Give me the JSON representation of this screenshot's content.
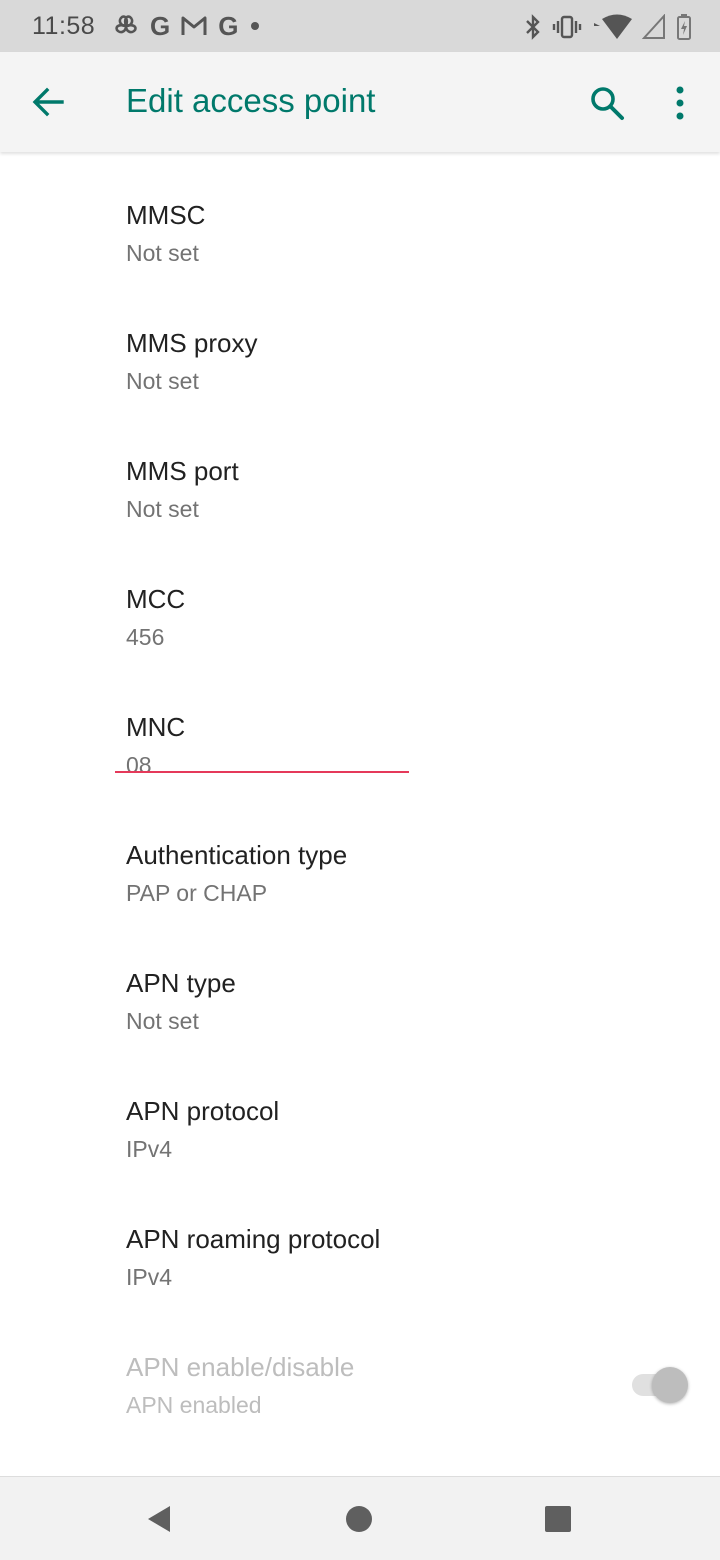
{
  "status_bar": {
    "time": "11:58",
    "left_icons": [
      "pinwheel-icon",
      "google-icon",
      "gmail-icon",
      "google-icon",
      "dot-icon"
    ],
    "right_icons": [
      "bluetooth-icon",
      "vibrate-icon",
      "wifi-icon",
      "signal-icon",
      "battery-icon"
    ]
  },
  "toolbar": {
    "title": "Edit access point",
    "accent_color": "#00796b"
  },
  "preferences": [
    {
      "title": "MMSC",
      "summary": "Not set"
    },
    {
      "title": "MMS proxy",
      "summary": "Not set"
    },
    {
      "title": "MMS port",
      "summary": "Not set"
    },
    {
      "title": "MCC",
      "summary": "456"
    },
    {
      "title": "MNC",
      "summary": "08"
    },
    {
      "title": "Authentication type",
      "summary": "PAP or CHAP"
    },
    {
      "title": "APN type",
      "summary": "Not set"
    },
    {
      "title": "APN protocol",
      "summary": "IPv4"
    },
    {
      "title": "APN roaming protocol",
      "summary": "IPv4"
    },
    {
      "title": "APN enable/disable",
      "summary": "APN enabled",
      "toggle": true,
      "enabled": false
    }
  ],
  "nav_bar": {
    "icons": [
      "back-triangle-icon",
      "home-circle-icon",
      "recents-square-icon"
    ]
  }
}
